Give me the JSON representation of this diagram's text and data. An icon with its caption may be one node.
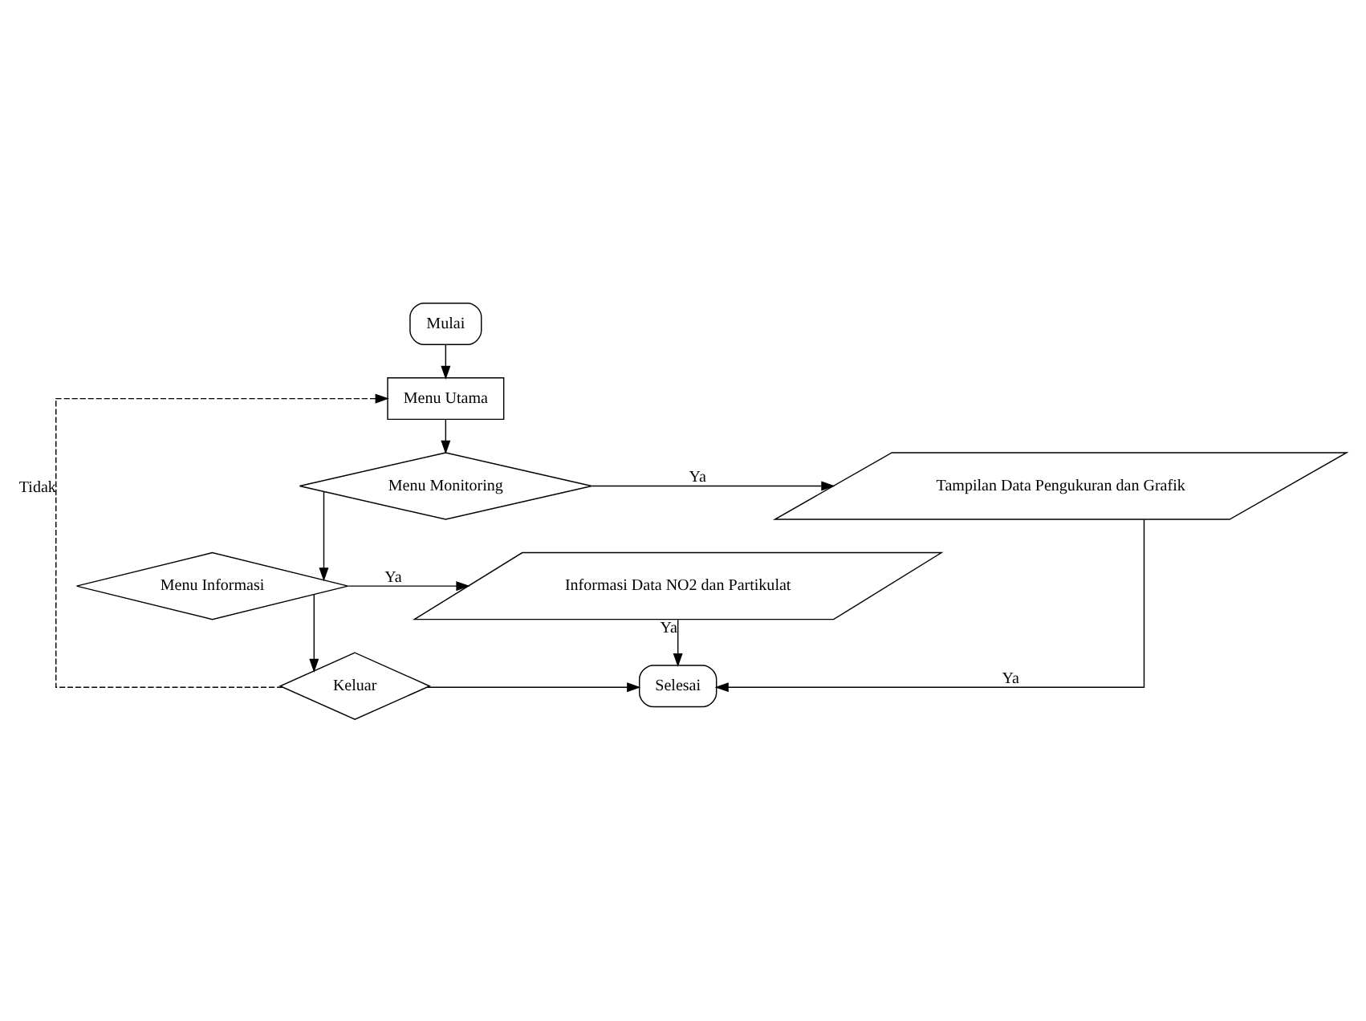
{
  "diagram": {
    "nodes": [
      {
        "text": [
          "Mulai"
        ]
      },
      {
        "text": [
          "Menu Utama"
        ]
      },
      {
        "text": [
          "Menu Monitoring"
        ]
      },
      {
        "text": [
          "Tampilan Data Pengukuran dan Grafik"
        ]
      },
      {
        "text": [
          "Menu Informasi"
        ]
      },
      {
        "text": [
          "Informasi Data NO2 dan Partikulat"
        ]
      },
      {
        "text": [
          "Keluar"
        ]
      },
      {
        "text": [
          "Selesai"
        ]
      }
    ],
    "edges": [
      {
        "from": 0,
        "to": 1,
        "arrow": "to"
      },
      {
        "from": 1,
        "to": 2,
        "arrow": "to"
      },
      {
        "from": 2,
        "to": 3,
        "arrow": "to",
        "label": "Ya"
      },
      {
        "from": 3,
        "to": 7,
        "arrow": "to",
        "label": "Ya"
      },
      {
        "from": 2,
        "to": 4,
        "arrow": "to"
      },
      {
        "from": 4,
        "to": 5,
        "arrow": "to",
        "label": "Ya"
      },
      {
        "from": 5,
        "to": 7,
        "arrow": "to",
        "label": "Ya"
      },
      {
        "from": 4,
        "to": 6,
        "arrow": "to"
      },
      {
        "from": 6,
        "to": 7,
        "arrow": "to"
      },
      {
        "from": 6,
        "to": 1,
        "arrow": "to",
        "label": "Tidak",
        "style": "dashed"
      }
    ]
  }
}
